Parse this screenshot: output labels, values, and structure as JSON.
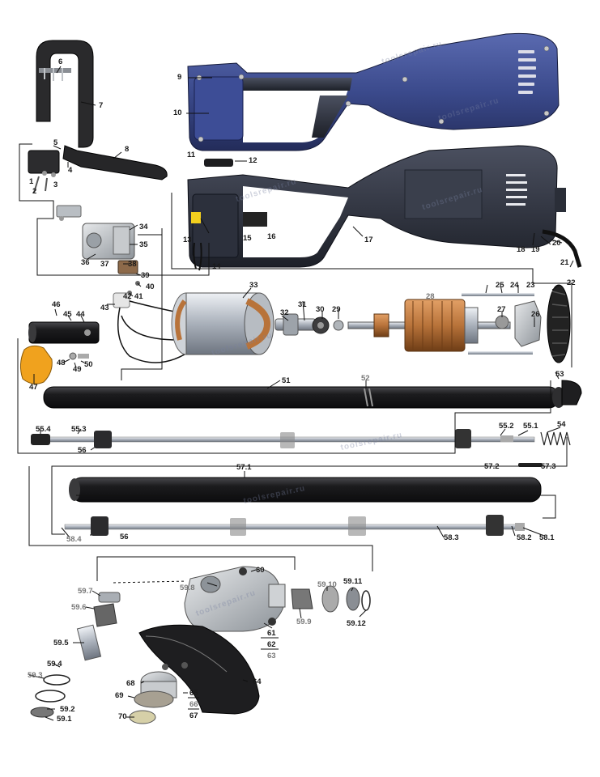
{
  "watermark": "toolsrepair.ru",
  "colors": {
    "housing_blue": "#3b4a8c",
    "housing_dark": "#2b2f3a",
    "grip_black": "#222222",
    "tube_black": "#1c1c1e",
    "shaft_steel": "#c9ced6",
    "copper": "#b8733a",
    "orange_key": "#f0a21e",
    "leader": "#111111"
  },
  "labels": {
    "p1": "1",
    "p2": "2",
    "p3": "3",
    "p4": "4",
    "p5": "5",
    "p6": "6",
    "p7": "7",
    "p8": "8",
    "p9": "9",
    "p10": "10",
    "p11": "11",
    "p12": "12",
    "p13": "13",
    "p14": "14",
    "p15": "15",
    "p16": "16",
    "p17": "17",
    "p18": "18",
    "p19": "19",
    "p20": "20",
    "p21": "21",
    "p22": "22",
    "p23": "23",
    "p24": "24",
    "p25": "25",
    "p26": "26",
    "p27": "27",
    "p28": "28",
    "p29": "29",
    "p30": "30",
    "p31": "31",
    "p32": "32",
    "p33": "33",
    "p34": "34",
    "p35": "35",
    "p36": "36",
    "p37": "37",
    "p38": "38",
    "p39": "39",
    "p40": "40",
    "p41": "41",
    "p42": "42",
    "p43": "43",
    "p44": "44",
    "p45": "45",
    "p46": "46",
    "p47": "47",
    "p48": "48",
    "p49": "49",
    "p50": "50",
    "p51": "51",
    "p52": "52",
    "p53": "53",
    "p54": "54",
    "p55_1": "55.1",
    "p55_2": "55.2",
    "p55_3": "55.3",
    "p55_4": "55.4",
    "p56a": "56",
    "p56b": "56",
    "p57_1": "57.1",
    "p57_2": "57.2",
    "p57_3": "57.3",
    "p58_1": "58.1",
    "p58_2": "58.2",
    "p58_3": "58.3",
    "p58_4": "58.4",
    "p59_1": "59.1",
    "p59_2": "59.2",
    "p59_3": "59.3",
    "p59_4": "59.4",
    "p59_5": "59.5",
    "p59_6": "59.6",
    "p59_7": "59.7",
    "p59_8": "59.8",
    "p59_9": "59.9",
    "p59_10": "59.10",
    "p59_11": "59.11",
    "p59_12": "59.12",
    "p60": "60",
    "p61": "61",
    "p62": "62",
    "p63": "63",
    "p64": "64",
    "p65": "65",
    "p66": "66",
    "p67": "67",
    "p68": "68",
    "p69": "69",
    "p70": "70"
  }
}
